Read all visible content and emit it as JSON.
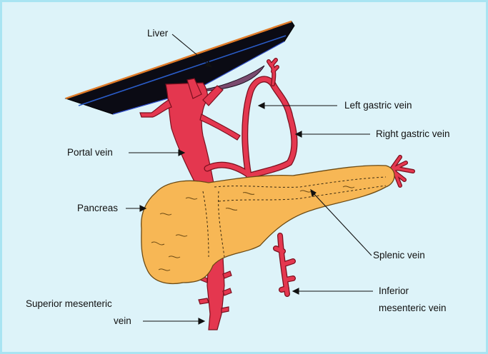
{
  "labels": {
    "liver": "Liver",
    "left_gastric_vein": "Left gastric vein",
    "right_gastric_vein": "Right gastric vein",
    "portal_vein": "Portal vein",
    "pancreas": "Pancreas",
    "splenic_vein": "Splenic vein",
    "superior_mesenteric_vein_line1": "Superior mesenteric",
    "superior_mesenteric_vein_line2": "vein",
    "inferior_mesenteric_vein_line1": "Inferior",
    "inferior_mesenteric_vein_line2": "mesenteric vein"
  },
  "colors": {
    "background": "#ddf3f9",
    "border": "#a9e4f2",
    "vein_fill": "#e4374f",
    "vein_outline": "#7a0f1e",
    "pancreas_fill": "#f7b755",
    "pancreas_outline": "#6b4a14",
    "liver_dark": "#0b0b14",
    "liver_edge": "#e07b28",
    "liver_belly": "#7a4a6e",
    "liver_line": "#2a5cc8"
  }
}
